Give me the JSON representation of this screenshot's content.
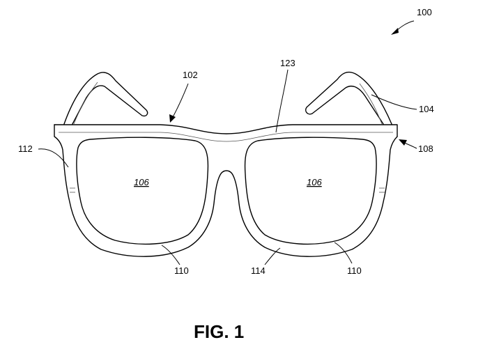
{
  "figure": {
    "caption": "FIG. 1",
    "labels": {
      "assembly": "100",
      "eyewear": "102",
      "temple": "104",
      "lens_left": "106",
      "lens_right": "106",
      "hinge": "108",
      "rim_left": "110",
      "rim_right": "110",
      "side_left": "112",
      "bottom_bridge": "114",
      "top_bar": "123"
    }
  }
}
